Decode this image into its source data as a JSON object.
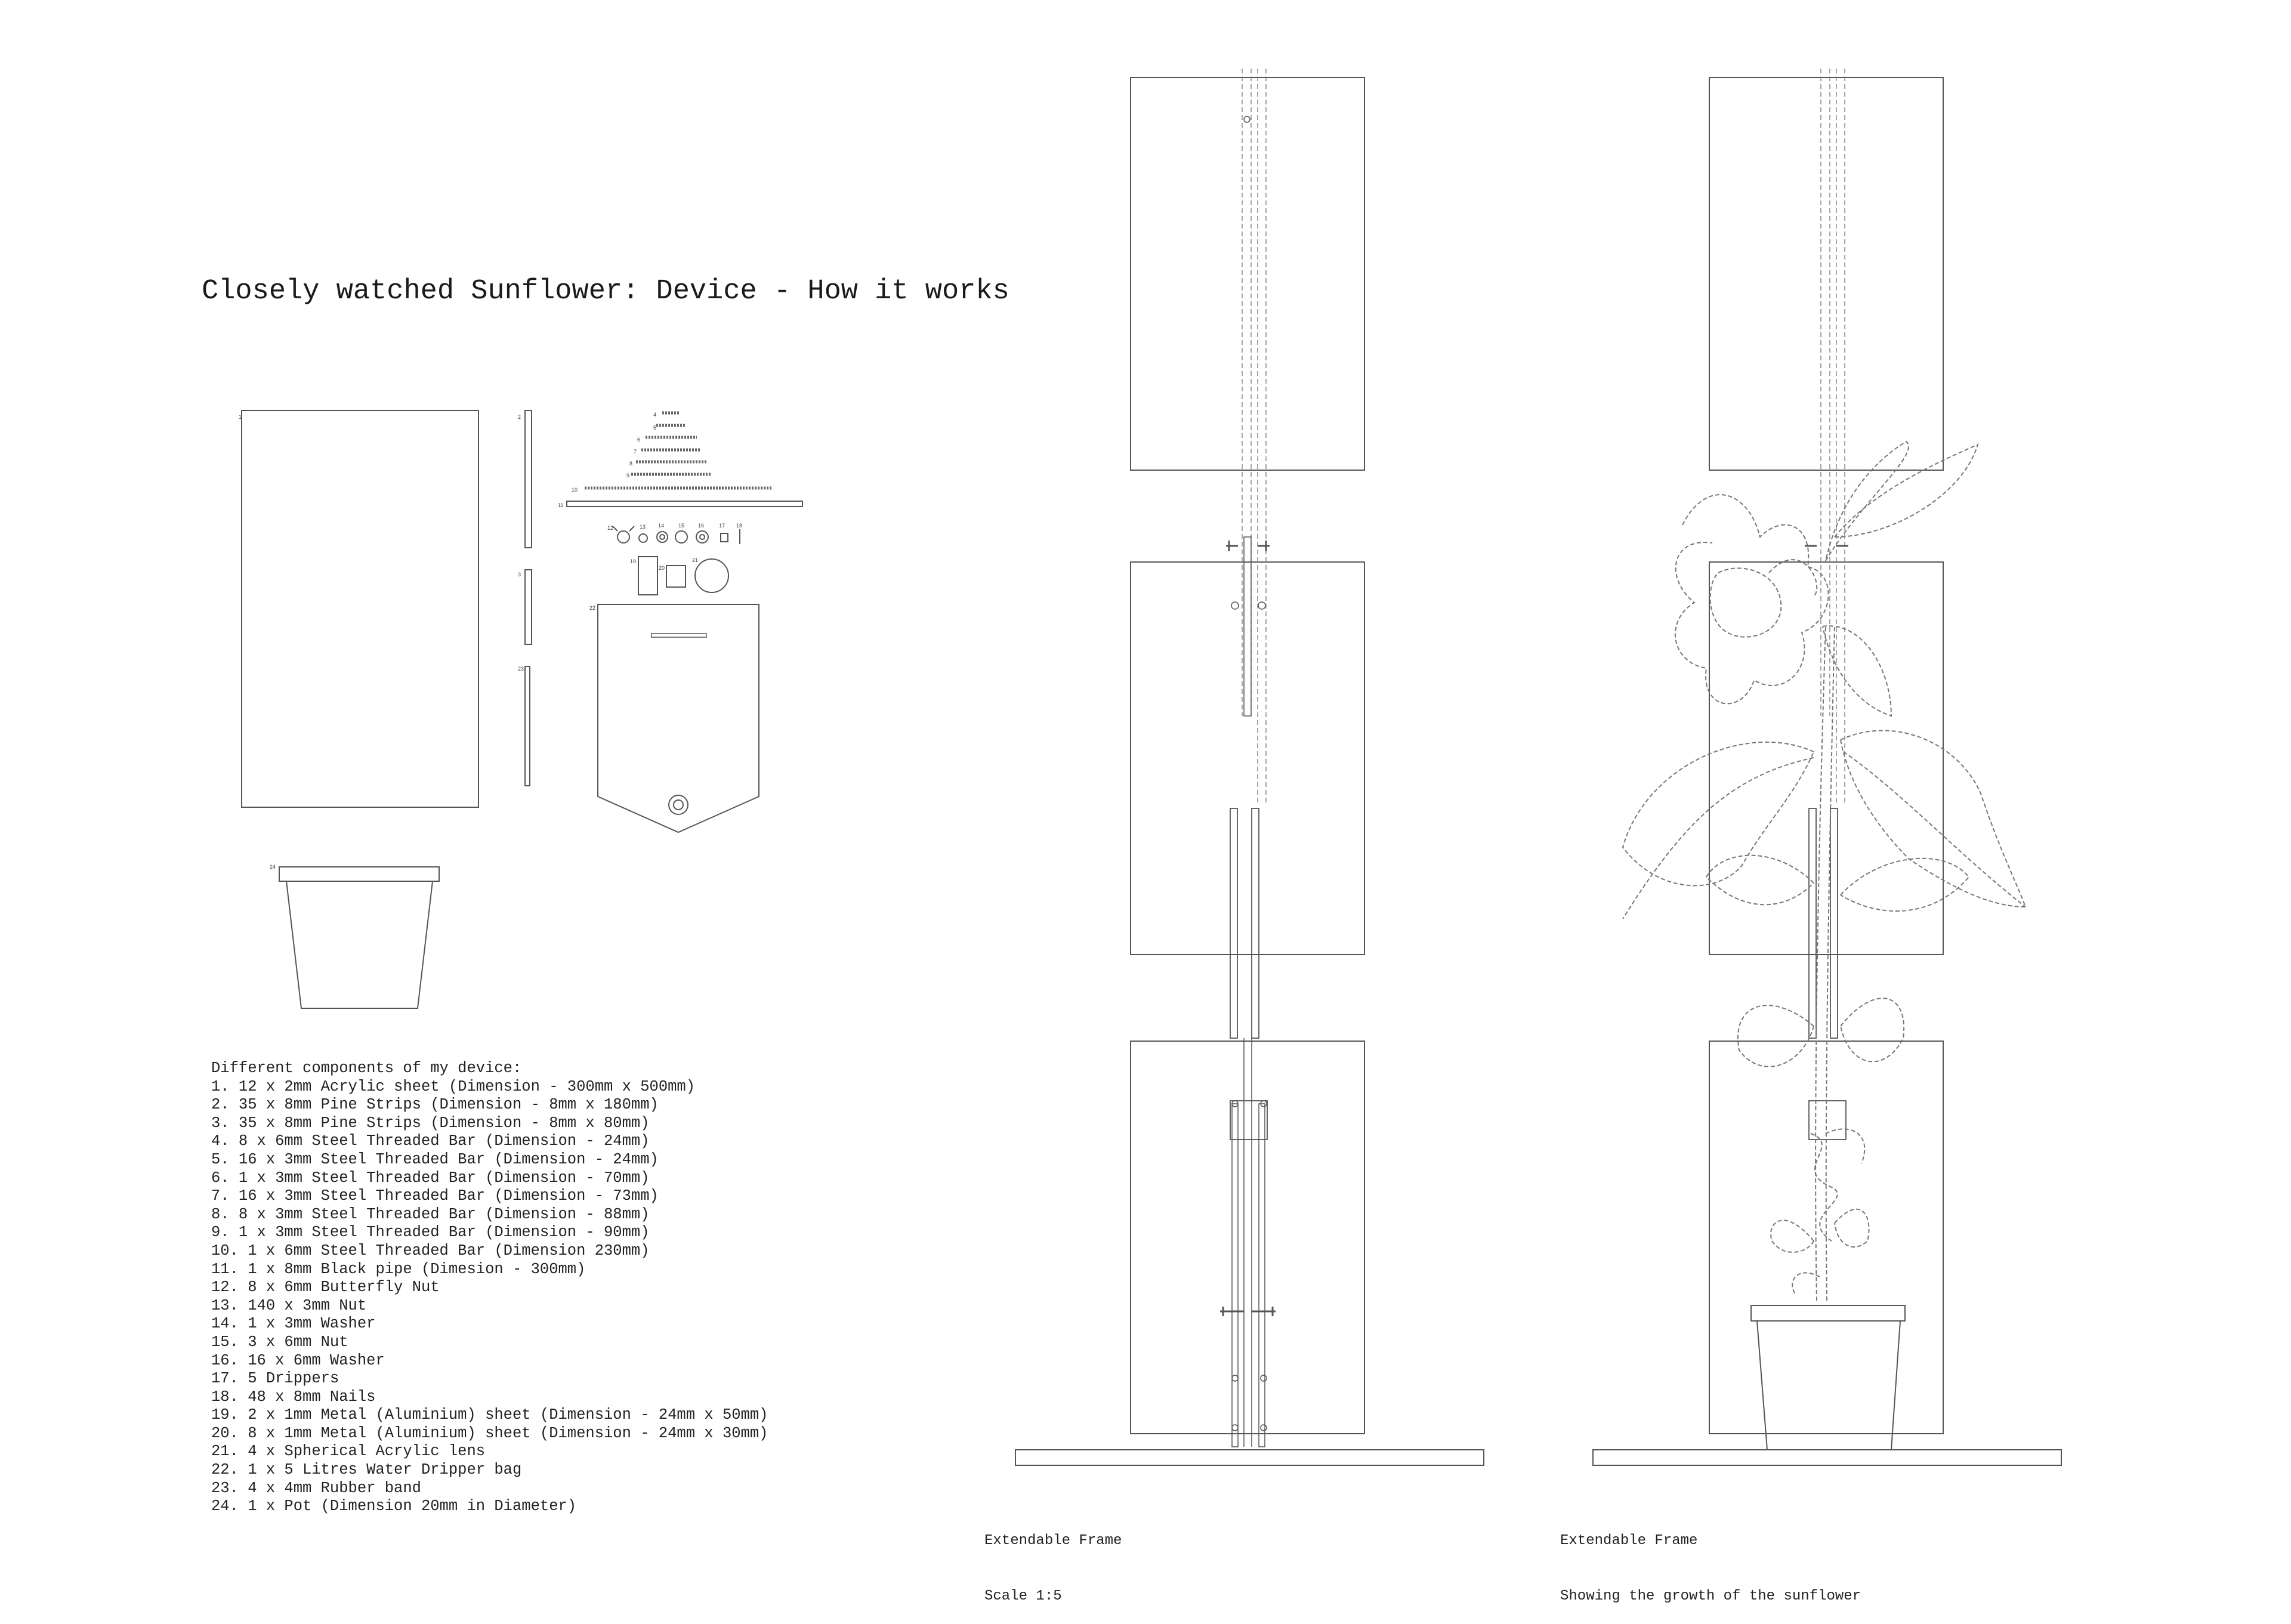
{
  "title": "Closely watched Sunflower: Device - How it works",
  "components_heading": "Different components of my device:",
  "components": [
    "1. 12 x 2mm Acrylic sheet (Dimension - 300mm x 500mm)",
    "2. 35 x 8mm Pine Strips (Dimension - 8mm x 180mm)",
    "3. 35 x 8mm Pine Strips (Dimension - 8mm x 80mm)",
    "4. 8 x 6mm Steel Threaded Bar (Dimension - 24mm)",
    "5. 16 x 3mm Steel Threaded Bar (Dimension - 24mm)",
    "6. 1 x 3mm Steel Threaded Bar (Dimension - 70mm)",
    "7. 16 x 3mm Steel Threaded Bar (Dimension - 73mm)",
    "8. 8 x 3mm Steel Threaded Bar (Dimension - 88mm)",
    "9. 1 x 3mm Steel Threaded Bar (Dimension - 90mm)",
    "10. 1 x 6mm Steel Threaded Bar (Dimension 230mm)",
    "11. 1 x 8mm Black pipe (Dimesion - 300mm)",
    "12. 8 x 6mm Butterfly Nut",
    "13. 140 x 3mm Nut",
    "14. 1 x 3mm Washer",
    "15. 3 x 6mm Nut",
    "16. 16 x 6mm Washer",
    "17. 5 Drippers",
    "18. 48 x 8mm Nails",
    "19. 2 x 1mm Metal (Aluminium) sheet (Dimension - 24mm x 50mm)",
    "20. 8 x 1mm Metal (Aluminium) sheet (Dimension - 24mm x 30mm)",
    "21. 4 x Spherical Acrylic lens",
    "22. 1 x 5 Litres Water Dripper bag",
    "23. 4 x 4mm Rubber band",
    "24. 1 x Pot (Dimension 20mm in Diameter)"
  ],
  "part_tags": [
    "1",
    "2",
    "3",
    "4",
    "5",
    "6",
    "7",
    "8",
    "9",
    "10",
    "11",
    "12",
    "13",
    "14",
    "15",
    "16",
    "17",
    "18",
    "19",
    "20",
    "21",
    "22",
    "23",
    "24"
  ],
  "captions": {
    "frame": {
      "line1": "Extendable Frame",
      "line2": "Scale 1:5"
    },
    "growth": {
      "line1": "Extendable Frame",
      "line2": "Showing the growth of the sunflower"
    }
  },
  "colors": {
    "ink": "#222222",
    "line": "#555555",
    "dashed": "#888888",
    "paper": "#ffffff"
  }
}
